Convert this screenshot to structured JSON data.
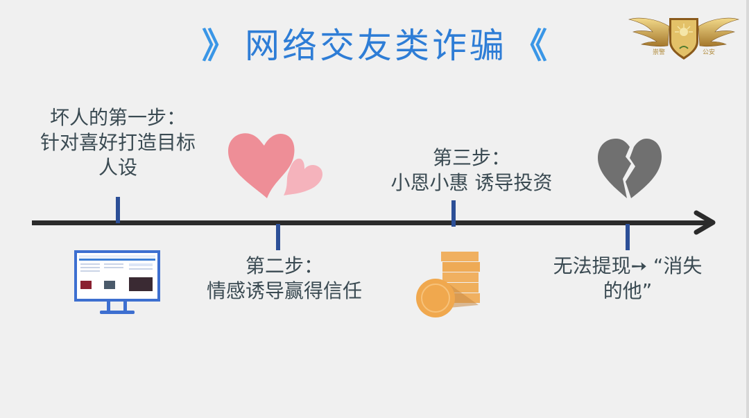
{
  "slide": {
    "title": "网络交友类诈骗",
    "title_prefix": "》",
    "title_suffix": "《",
    "title_color": "#2e7dd6",
    "logo": {
      "left_text": "崇警",
      "right_text": "公安"
    },
    "steps": [
      {
        "line1": "坏人的第一步：",
        "line2": "针对喜好打造目标",
        "line3": "人设",
        "icon": "computer-monitor-icon",
        "position": "above"
      },
      {
        "line1": "第二步：",
        "line2": "情感诱导赢得信任",
        "icon": "two-hearts-icon",
        "position": "below"
      },
      {
        "line1": "第三步：",
        "line2": "小恩小惠  诱导投资",
        "icon": "coin-stack-icon",
        "position": "above"
      },
      {
        "line1": "无法提现➙ “消失",
        "line2": "的他”",
        "icon": "broken-heart-icon",
        "position": "below"
      }
    ],
    "colors": {
      "timeline": "#2b2b2b",
      "tick": "#2c4f97",
      "heart_large": "#ee8e97",
      "heart_small": "#f5b3bc",
      "coin": "#f0a84e",
      "broken_heart": "#707070",
      "monitor": "#3d6fd0"
    }
  }
}
